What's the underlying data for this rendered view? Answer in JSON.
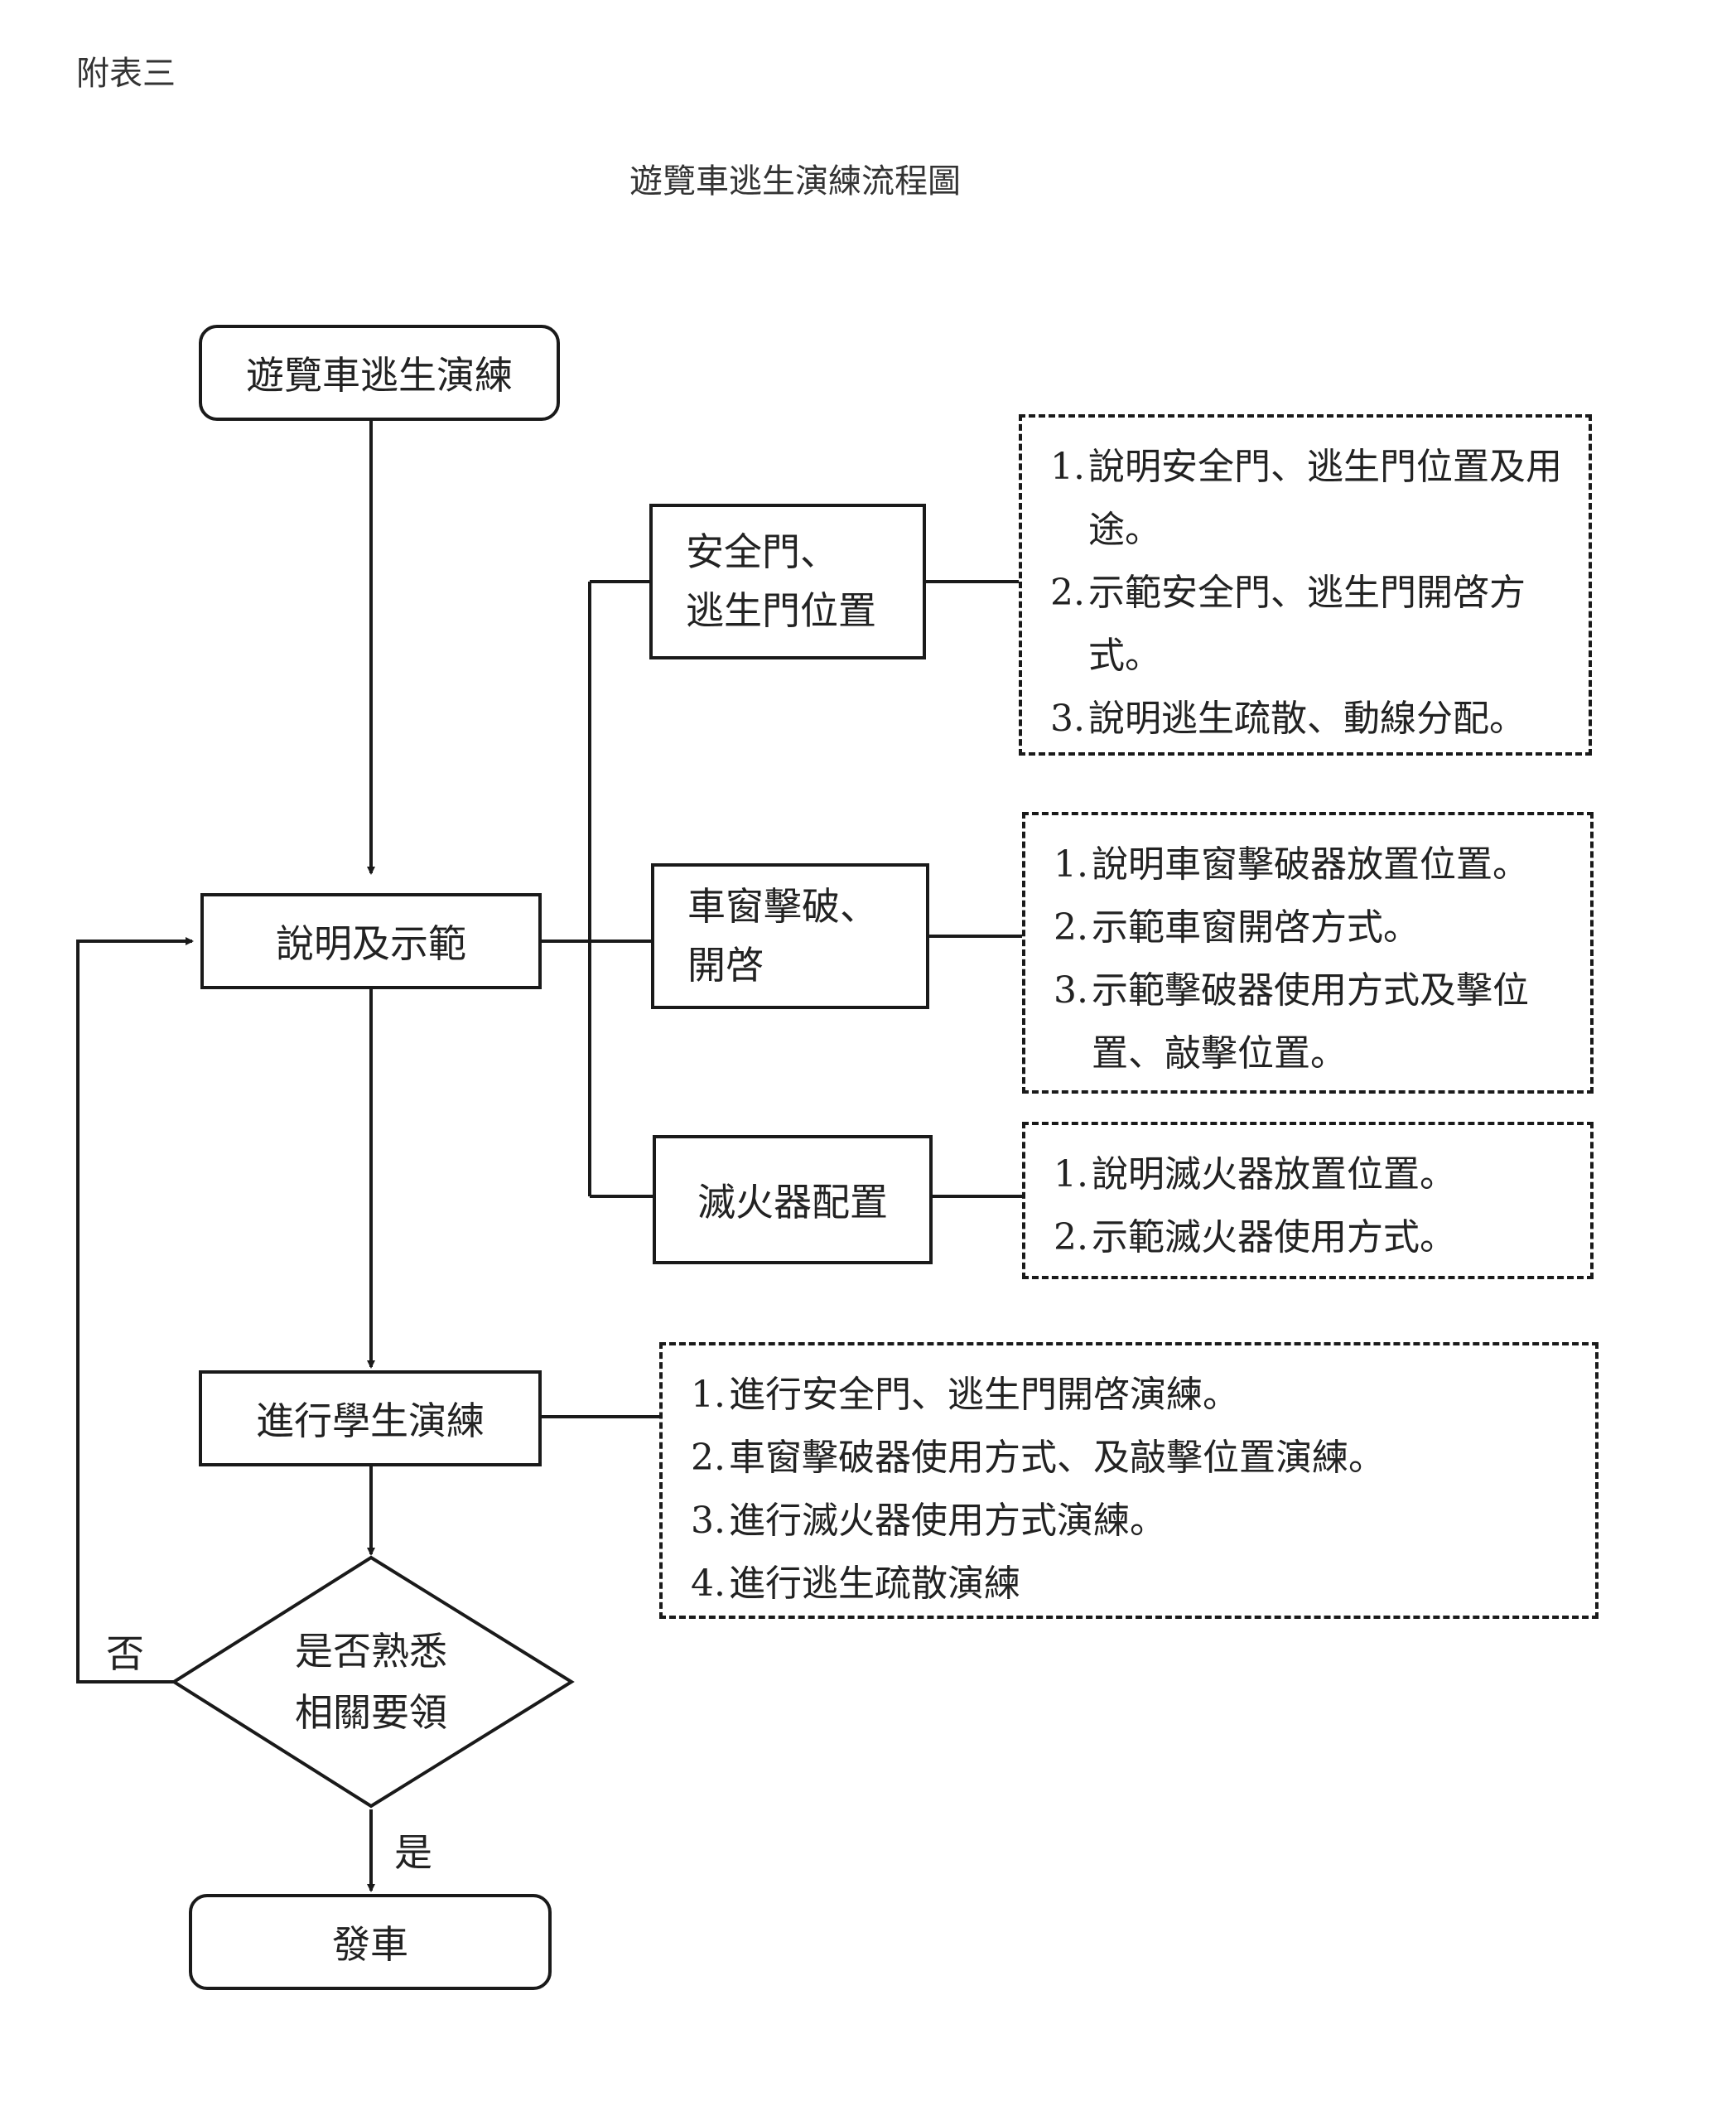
{
  "header": {
    "appendix_label": "附表三",
    "title": "遊覽車逃生演練流程圖"
  },
  "nodes": {
    "start": "遊覽車逃生演練",
    "explain": "說明及示範",
    "door": {
      "line1": "安全門、",
      "line2": "逃生門位置"
    },
    "window": {
      "line1": "車窗擊破、",
      "line2": "開啓"
    },
    "extinguisher": "滅火器配置",
    "practice": "進行學生演練",
    "decision": {
      "line1": "是否熟悉",
      "line2": "相關要領"
    },
    "end": "發車"
  },
  "edge_labels": {
    "no": "否",
    "yes": "是"
  },
  "notes": {
    "door": [
      {
        "num": "1.",
        "text": "說明安全門、逃生門位置及用",
        "cont": "途。"
      },
      {
        "num": "2.",
        "text": "示範安全門、逃生門開啓方",
        "cont": "式。"
      },
      {
        "num": "3.",
        "text": "說明逃生疏散、動線分配。"
      }
    ],
    "window": [
      {
        "num": "1.",
        "text": "說明車窗擊破器放置位置。"
      },
      {
        "num": "2.",
        "text": "示範車窗開啓方式。"
      },
      {
        "num": "3.",
        "text": "示範擊破器使用方式及擊位",
        "cont": "置、敲擊位置。"
      }
    ],
    "extinguisher": [
      {
        "num": "1.",
        "text": "說明滅火器放置位置。"
      },
      {
        "num": "2.",
        "text": "示範滅火器使用方式。"
      }
    ],
    "practice": [
      {
        "num": "1.",
        "text": "進行安全門、逃生門開啓演練。"
      },
      {
        "num": "2.",
        "text": "車窗擊破器使用方式、及敲擊位置演練。"
      },
      {
        "num": "3.",
        "text": "進行滅火器使用方式演練。"
      },
      {
        "num": "4.",
        "text": "進行逃生疏散演練"
      }
    ]
  }
}
